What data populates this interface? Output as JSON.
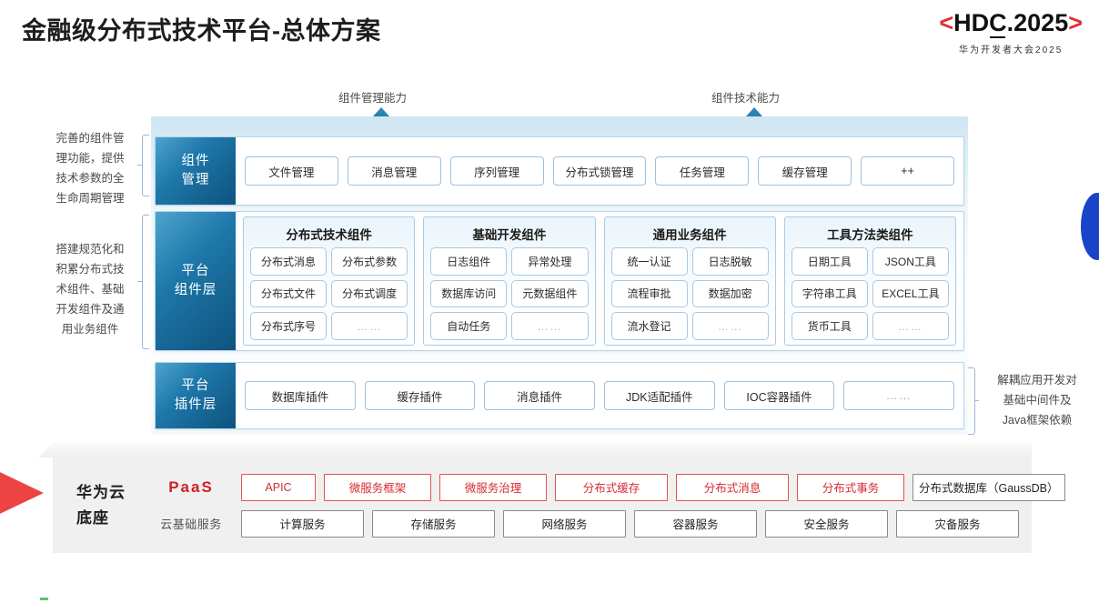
{
  "header": {
    "title": "金融级分布式技术平台-总体方案",
    "logo": {
      "bracket_left": "<",
      "bracket_right": ">",
      "part1": "HD",
      "part_c": "C",
      "part2": ".2025",
      "subtitle": "华为开发者大会2025",
      "bracket_color": "#e03131"
    }
  },
  "capabilities": [
    {
      "label": "组件管理能力"
    },
    {
      "label": "组件技术能力"
    }
  ],
  "annotations": {
    "left": [
      "完善的组件管\n理功能，提供\n技术参数的全\n生命周期管理",
      "搭建规范化和\n积累分布式技\n术组件、基础\n开发组件及通\n用业务组件"
    ],
    "right": [
      "解耦应用开发对\n基础中间件及\nJava框架依赖"
    ]
  },
  "stack": {
    "management_row": {
      "tab": "组件\n管理",
      "items": [
        "文件管理",
        "消息管理",
        "序列管理",
        "分布式锁管理",
        "任务管理",
        "缓存管理",
        "++"
      ]
    },
    "component_row": {
      "tab": "平台\n组件层",
      "groups": [
        {
          "title": "分布式技术组件",
          "cells": [
            "分布式消息",
            "分布式参数",
            "分布式文件",
            "分布式调度",
            "分布式序号",
            "……"
          ]
        },
        {
          "title": "基础开发组件",
          "cells": [
            "日志组件",
            "异常处理",
            "数据库访问",
            "元数据组件",
            "自动任务",
            "……"
          ]
        },
        {
          "title": "通用业务组件",
          "cells": [
            "统一认证",
            "日志脱敏",
            "流程审批",
            "数据加密",
            "流水登记",
            "……"
          ]
        },
        {
          "title": "工具方法类组件",
          "cells": [
            "日期工具",
            "JSON工具",
            "字符串工具",
            "EXCEL工具",
            "货币工具",
            "……"
          ]
        }
      ]
    },
    "plugin_row": {
      "tab": "平台\n插件层",
      "items": [
        "数据库插件",
        "缓存插件",
        "消息插件",
        "JDK适配插件",
        "IOC容器插件",
        "……"
      ]
    }
  },
  "base": {
    "title": "华为云\n底座",
    "paas": {
      "label": "PaaS",
      "label_color": "#cf2027",
      "items": [
        {
          "text": "APIC",
          "style": "red"
        },
        {
          "text": "微服务框架",
          "style": "red"
        },
        {
          "text": "微服务治理",
          "style": "red"
        },
        {
          "text": "分布式缓存",
          "style": "red"
        },
        {
          "text": "分布式消息",
          "style": "red"
        },
        {
          "text": "分布式事务",
          "style": "red"
        },
        {
          "text": "分布式数据库（GaussDB）",
          "style": "gray"
        }
      ]
    },
    "cloud": {
      "label": "云基础服务",
      "items": [
        {
          "text": "计算服务",
          "style": "gray"
        },
        {
          "text": "存储服务",
          "style": "gray"
        },
        {
          "text": "网络服务",
          "style": "gray"
        },
        {
          "text": "容器服务",
          "style": "gray"
        },
        {
          "text": "安全服务",
          "style": "gray"
        },
        {
          "text": "灾备服务",
          "style": "gray"
        }
      ]
    }
  },
  "colors": {
    "tab_blue": "#1f79ab",
    "accent_red": "#cf2027",
    "arrow_blue": "#1d6a95",
    "base_gray": "#f0f0f0"
  }
}
